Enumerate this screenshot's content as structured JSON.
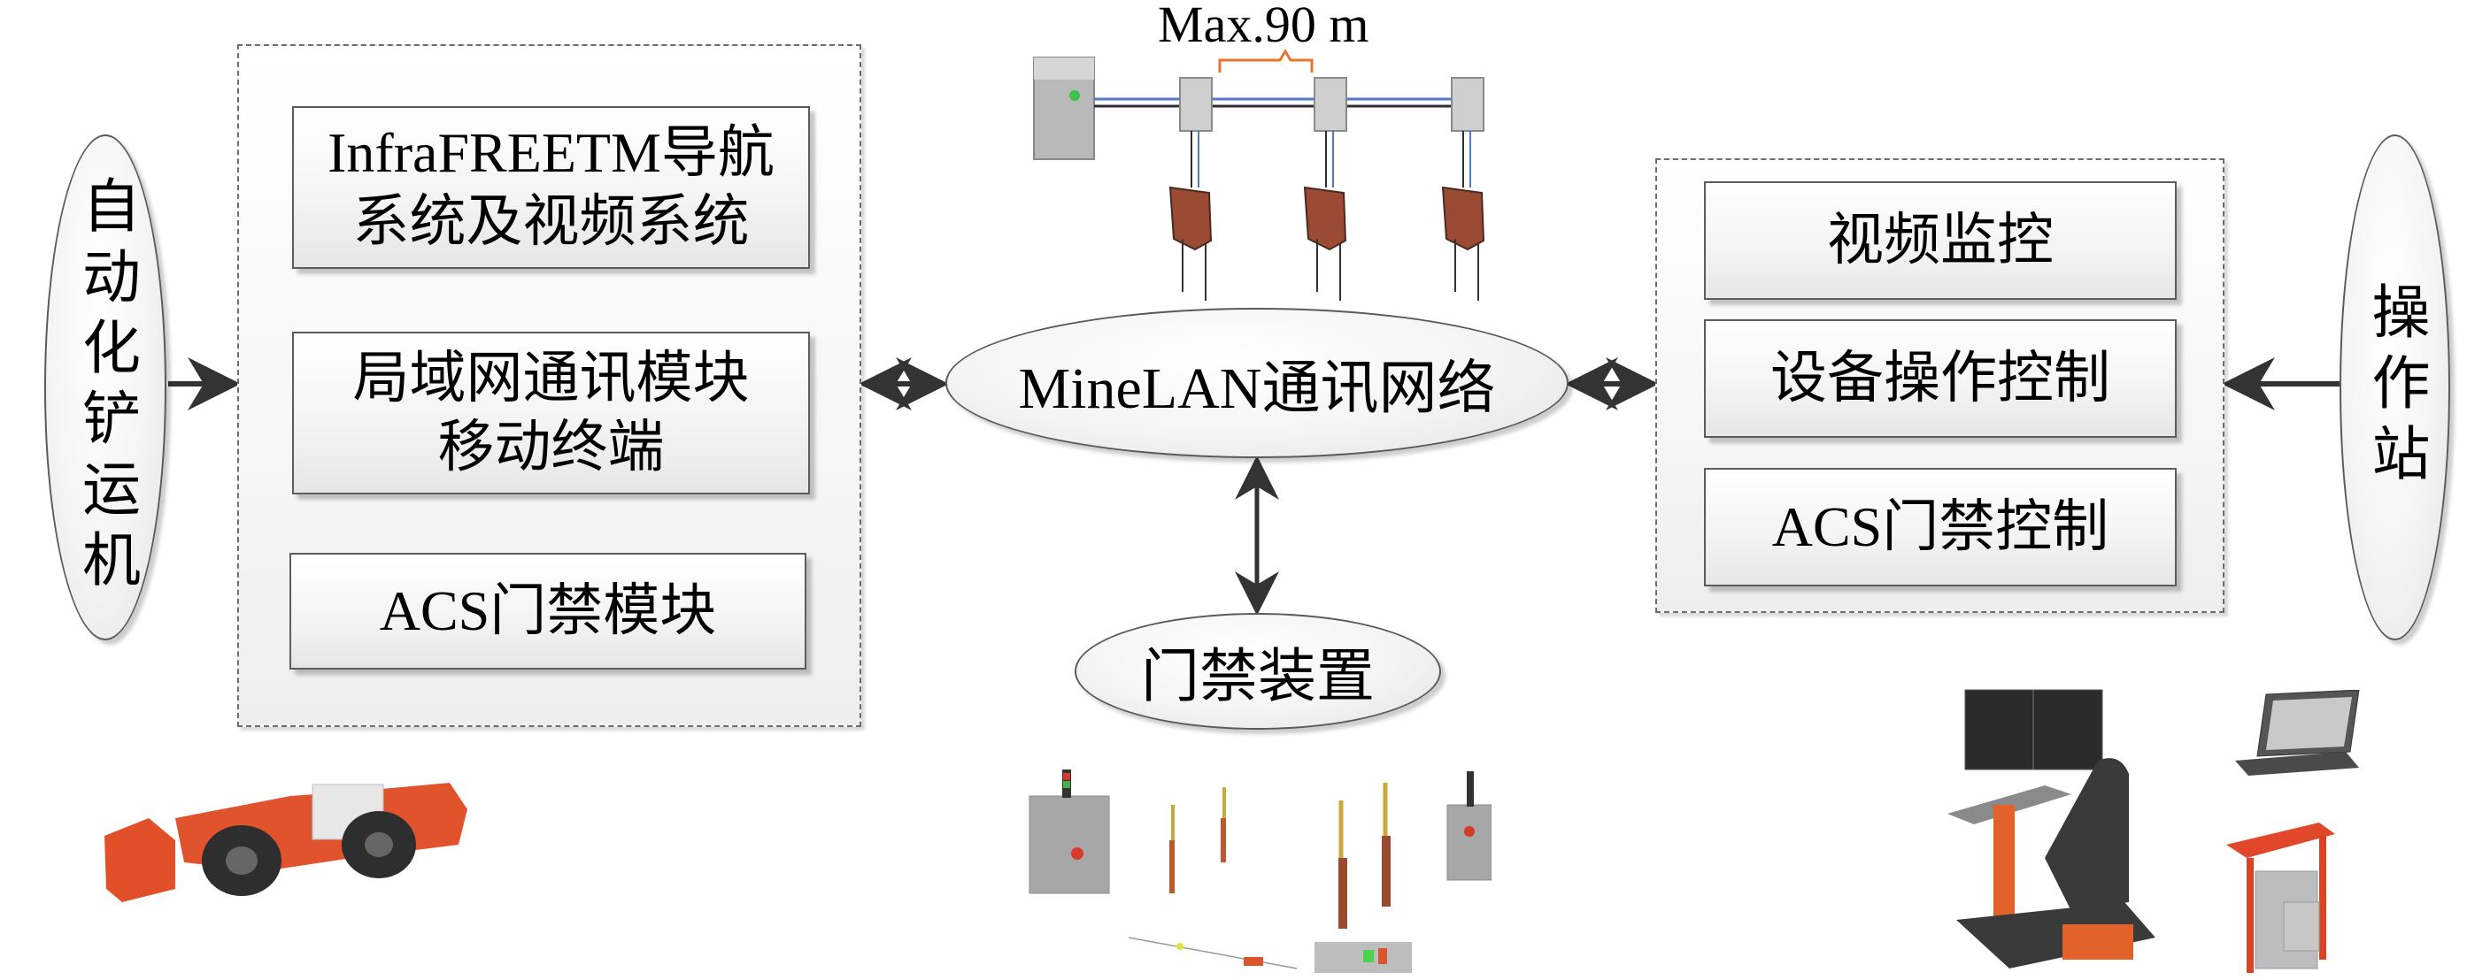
{
  "diagram": {
    "type": "system-architecture",
    "left_node": {
      "label": "自动化铲运机"
    },
    "left_group": {
      "modules": [
        {
          "lines": [
            "InfraFREETM导航",
            "系统及视频系统"
          ]
        },
        {
          "lines": [
            "局域网通讯模块",
            "移动终端"
          ]
        },
        {
          "lines": [
            "ACS门禁模块"
          ]
        }
      ]
    },
    "center_node": {
      "label": "MineLAN通讯网络"
    },
    "bottom_node": {
      "label": "门禁装置"
    },
    "right_group": {
      "modules": [
        {
          "lines": [
            "视频监控"
          ]
        },
        {
          "lines": [
            "设备操作控制"
          ]
        },
        {
          "lines": [
            "ACS门禁控制"
          ]
        }
      ]
    },
    "right_node": {
      "label": "操作站"
    },
    "network_illustration": {
      "spacing_label": "Max.90 m",
      "access_points": 3
    },
    "connections": [
      {
        "from": "自动化铲运机",
        "to": "left_group",
        "direction": "one-way"
      },
      {
        "from": "left_group",
        "to": "MineLAN通讯网络",
        "direction": "two-way"
      },
      {
        "from": "MineLAN通讯网络",
        "to": "right_group",
        "direction": "two-way"
      },
      {
        "from": "操作站",
        "to": "right_group",
        "direction": "one-way"
      },
      {
        "from": "MineLAN通讯网络",
        "to": "门禁装置",
        "direction": "two-way"
      }
    ],
    "illustrations": [
      "loader-vehicle",
      "access-control-devices",
      "operator-station",
      "laptop",
      "control-cabinet"
    ]
  }
}
